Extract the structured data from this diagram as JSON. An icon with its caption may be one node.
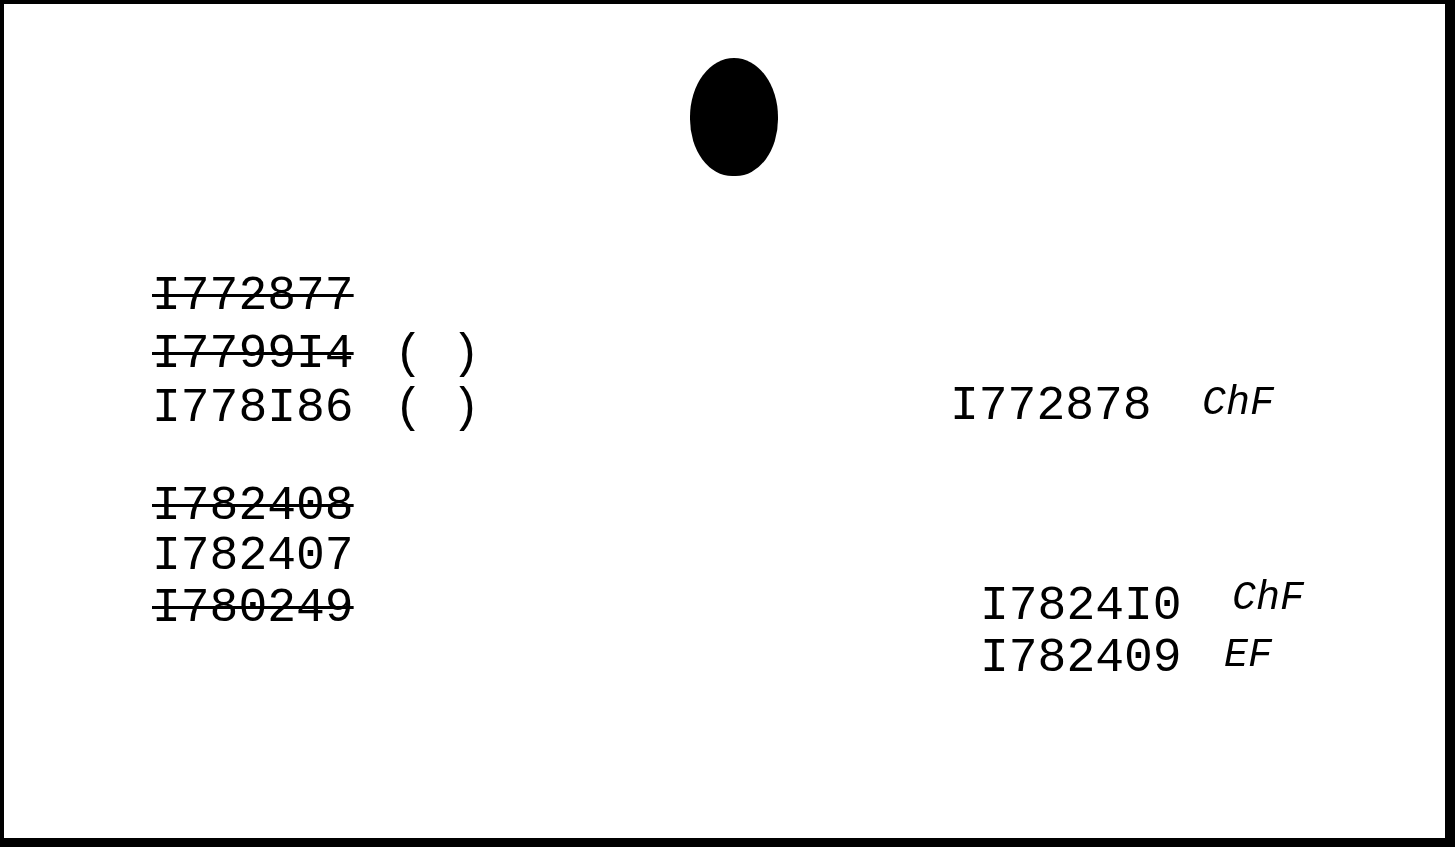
{
  "diagram": {
    "nodes": [
      {
        "text": [],
        "shape": "circle"
      }
    ],
    "labels": [
      "I772877",
      "I7799I4",
      "( )",
      "I778I86",
      "( )",
      "I772878",
      "ChF",
      "I782408",
      "I782407",
      "I780249",
      "I7824I0",
      "ChF",
      "I782409",
      "EF"
    ]
  }
}
